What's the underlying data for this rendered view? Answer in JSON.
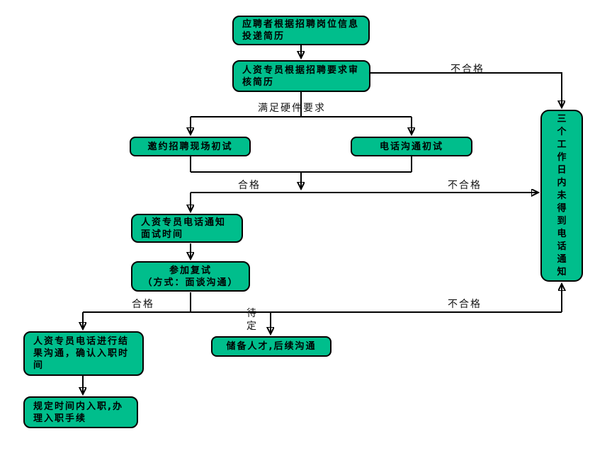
{
  "diagram": {
    "type": "flowchart",
    "topic": "recruitment-interview-process",
    "colors": {
      "node_fill": "#00BE8C",
      "node_border": "#000000",
      "connector": "#000000",
      "background": "#FFFFFF",
      "text": "#000000"
    },
    "nodes": {
      "submit_resume": "应聘者根据招聘岗位信息投递简历",
      "review_resume": "人资专员根据招聘要求审核简历",
      "onsite_first_interview": "邀约招聘现场初试",
      "phone_first_interview": "电话沟通初试",
      "notify_interview_time": "人资专员电话通知面试时间",
      "second_interview_line1": "参加复试",
      "second_interview_line2": "（方式：面谈沟通）",
      "result_communication": "人资专员电话进行结果沟通，确认入职时间",
      "onboarding": "规定时间内入职,办理入职手续",
      "talent_reserve": "储备人才,后续沟通",
      "no_phone_notice": "三个工作日内未得到电话通知"
    },
    "edge_labels": {
      "unqualified_top": "不合格",
      "meets_hardware_requirements": "满足硬件要求",
      "qualified_mid": "合格",
      "unqualified_mid": "不合格",
      "qualified_bottom": "合格",
      "pending": "待定",
      "unqualified_bottom": "不合格"
    }
  }
}
